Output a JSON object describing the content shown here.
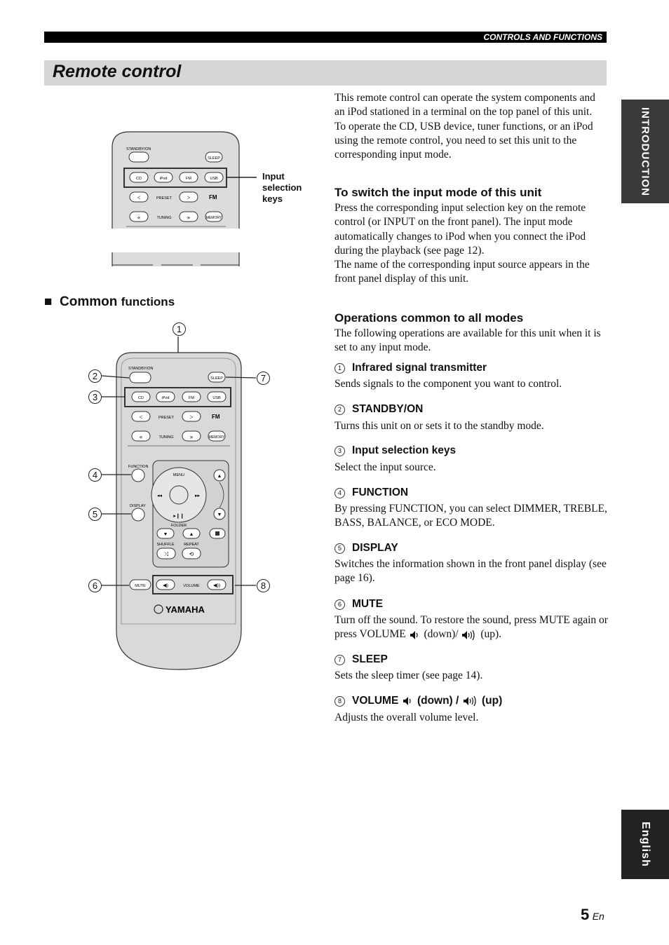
{
  "header": {
    "section": "CONTROLS AND FUNCTIONS",
    "title": "Remote control"
  },
  "tabs": {
    "intro": "INTRODUCTION",
    "language": "English"
  },
  "page": {
    "number": "5",
    "suffix": "En"
  },
  "figure1": {
    "callout": [
      "Input",
      "selection",
      "keys"
    ],
    "labels": {
      "standby": "STANDBY/ON",
      "sleep": "SLEEP",
      "cd": "CD",
      "ipod": "iPod",
      "fm": "FM",
      "usb": "USB",
      "preset": "PRESET",
      "fm_band": "FM",
      "tuning": "TUNING",
      "memory": "MEMORY"
    }
  },
  "common": {
    "marker": "■",
    "word": "Common",
    "rest": "functions"
  },
  "figure2": {
    "labels": {
      "standby": "STANDBY/ON",
      "sleep": "SLEEP",
      "cd": "CD",
      "ipod": "iPod",
      "fm": "FM",
      "usb": "USB",
      "preset": "PRESET",
      "fm_band": "FM",
      "tuning": "TUNING",
      "memory": "MEMORY",
      "function": "FUNCTION",
      "display": "DISPLAY",
      "menu": "MENU",
      "folder": "FOLDER",
      "shuffle": "SHUFFLE",
      "repeat": "REPEAT",
      "mute": "MUTE",
      "volume": "VOLUME",
      "brand": "YAMAHA"
    },
    "callouts": [
      "1",
      "2",
      "3",
      "4",
      "5",
      "6",
      "7",
      "8"
    ]
  },
  "intro_paragraphs": [
    "This remote control can operate the system components and an iPod stationed in a terminal on the top panel of this unit.",
    "To operate the CD, USB device, tuner functions, or an iPod using the remote control, you need to set this unit to the corresponding input mode."
  ],
  "switch_section": {
    "heading": "To switch the input mode of this unit",
    "p1": "Press the corresponding input selection key on the remote control (or INPUT on the front panel). The input mode automatically changes to iPod when you connect the iPod during the playback (see page 12).",
    "p2": "The name of the corresponding input source appears in the front panel display of this unit."
  },
  "ops_section": {
    "heading": "Operations common to all modes",
    "intro": "The following operations are available for this unit when it is set to any input mode.",
    "items": [
      {
        "num": "1",
        "title": "Infrared signal transmitter",
        "desc": "Sends signals to the component you want to control."
      },
      {
        "num": "2",
        "title": "STANDBY/ON",
        "desc": "Turns this unit on or sets it to the standby mode."
      },
      {
        "num": "3",
        "title": "Input selection keys",
        "desc": "Select the input source."
      },
      {
        "num": "4",
        "title": "FUNCTION",
        "desc": "By pressing FUNCTION, you can select DIMMER, TREBLE, BASS, BALANCE, or ECO MODE."
      },
      {
        "num": "5",
        "title": "DISPLAY",
        "desc": "Switches the information shown in the front panel display (see page 16)."
      },
      {
        "num": "6",
        "title": "MUTE",
        "desc_a": "Turn off the sound. To restore the sound, press MUTE again or press VOLUME",
        "desc_b": "(down)/",
        "desc_c": "(up)."
      },
      {
        "num": "7",
        "title": "SLEEP",
        "desc": "Sets the sleep timer (see page 14)."
      },
      {
        "num": "8",
        "title_a": "VOLUME",
        "title_b": "(down) /",
        "title_c": "(up)",
        "desc": "Adjusts the overall volume level."
      }
    ]
  }
}
